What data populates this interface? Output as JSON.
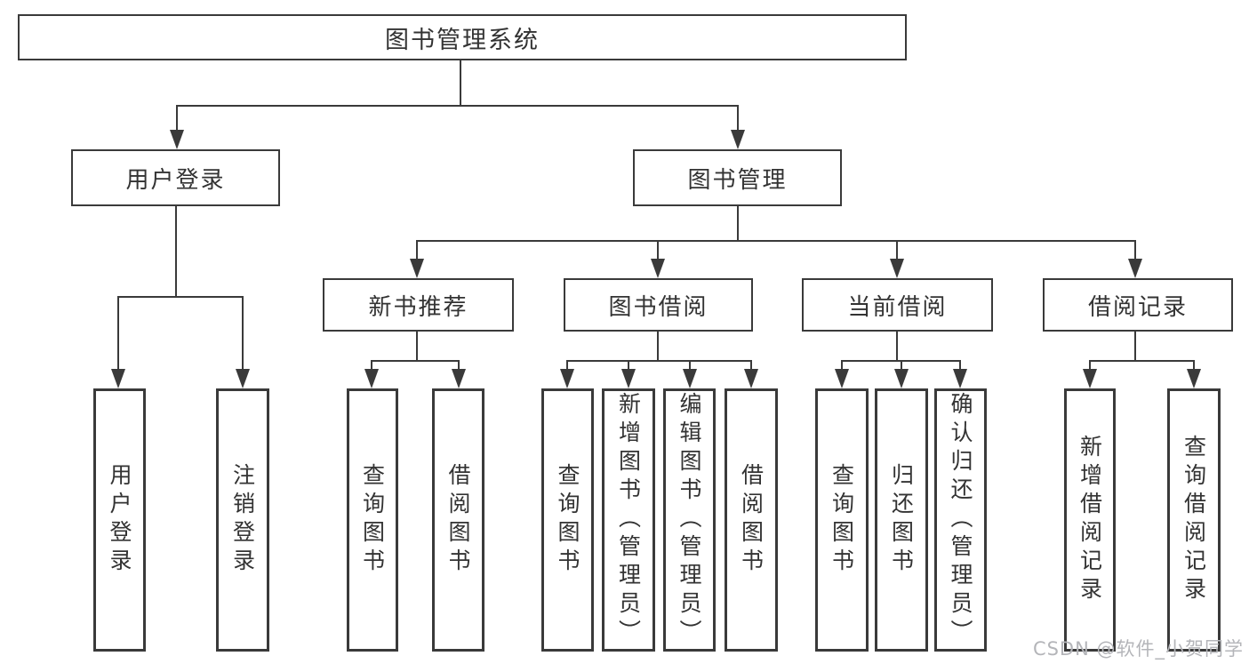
{
  "diagram": {
    "title": "图书管理系统",
    "root": {
      "label": "图书管理系统"
    },
    "level2": [
      {
        "label": "用户登录"
      },
      {
        "label": "图书管理"
      }
    ],
    "level3": [
      {
        "label": "新书推荐"
      },
      {
        "label": "图书借阅"
      },
      {
        "label": "当前借阅"
      },
      {
        "label": "借阅记录"
      }
    ],
    "leaves": {
      "user_login": [
        "用户登录",
        "注销登录"
      ],
      "new_book_recommend": [
        "查询图书",
        "借阅图书"
      ],
      "book_borrow": [
        "查询图书",
        "新增图书（管理员）",
        "编辑图书（管理员）",
        "借阅图书"
      ],
      "current_borrow": [
        "查询图书",
        "归还图书",
        "确认归还（管理员）"
      ],
      "borrow_record": [
        "新增借阅记录",
        "查询借阅记录"
      ]
    }
  },
  "watermark": {
    "text": "CSDN @软件_小贺同学"
  },
  "colors": {
    "line": "#3a3a3a",
    "text": "#333333",
    "background": "#ffffff",
    "watermark": "#b4b5b9"
  }
}
